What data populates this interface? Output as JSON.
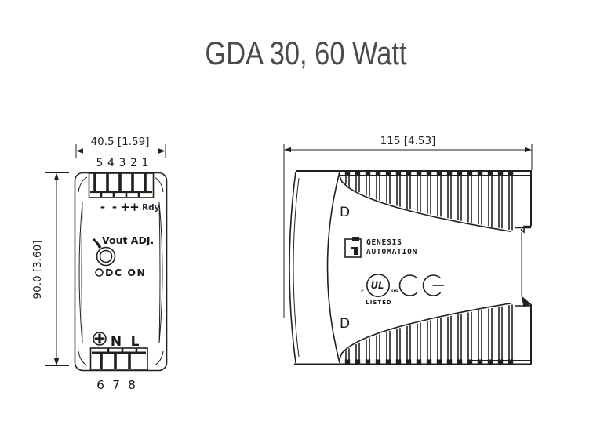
{
  "title": "GDA 30, 60 Watt",
  "colors": {
    "line": "#231f20",
    "title": "#4b4b4e",
    "label": "#1a1a1a",
    "rdy": "#26263a"
  },
  "front_view": {
    "width_dim": "40.5 [1.59]",
    "height_dim": "90.0 [3.60]",
    "top_terminal_numbers": [
      "5",
      "4",
      "3",
      "2",
      "1"
    ],
    "output_labels": [
      "-",
      "-",
      "+",
      "+"
    ],
    "ready_label": "Rdy",
    "vout_adjust_label": "Vout ADJ.",
    "dc_on_label": "DC ON",
    "input_labels": {
      "neutral": "N",
      "line": "L"
    },
    "bottom_terminal_numbers": [
      "6",
      "7",
      "8"
    ]
  },
  "side_view": {
    "width_dim": "115 [4.53]",
    "din_marking_top": "D",
    "din_marking_bottom": "D",
    "brand": {
      "line1": "GENESIS",
      "line2": "AUTOMATION"
    },
    "certifications": {
      "ul_text": "UL",
      "ul_left": "c",
      "ul_right": "us",
      "ul_listed": "LISTED",
      "ce": "CE"
    }
  }
}
